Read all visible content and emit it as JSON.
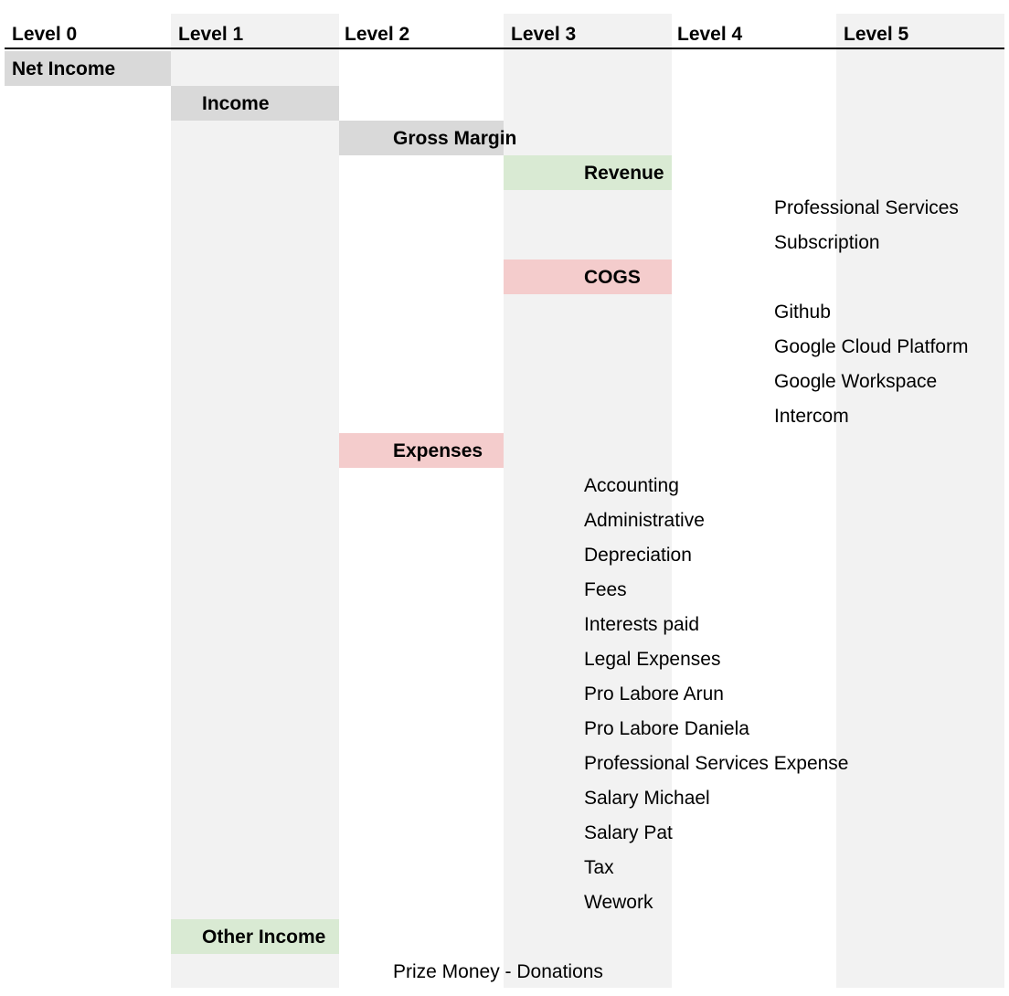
{
  "columns": [
    "Level 0",
    "Level 1",
    "Level 2",
    "Level 3",
    "Level 4",
    "Level 5"
  ],
  "colors": {
    "stripe": "#f2f2f2",
    "gray": "#d9d9d9",
    "green": "#d9ead3",
    "red": "#f4cccc"
  },
  "rows": [
    {
      "label": "Net Income",
      "level": 0,
      "bold": true,
      "bg": "gray",
      "bgcol": 0
    },
    {
      "label": "Income",
      "level": 1,
      "bold": true,
      "bg": "gray",
      "bgcol": 1
    },
    {
      "label": "Gross Margin",
      "level": 2,
      "bold": true,
      "bg": "gray",
      "bgcol": 2
    },
    {
      "label": "Revenue",
      "level": 3,
      "bold": true,
      "bg": "green",
      "bgcol": 3
    },
    {
      "label": "Professional Services",
      "level": 4,
      "bold": false
    },
    {
      "label": "Subscription",
      "level": 4,
      "bold": false
    },
    {
      "label": "COGS",
      "level": 3,
      "bold": true,
      "bg": "red",
      "bgcol": 3
    },
    {
      "label": "Github",
      "level": 4,
      "bold": false
    },
    {
      "label": "Google Cloud Platform",
      "level": 4,
      "bold": false
    },
    {
      "label": "Google Workspace",
      "level": 4,
      "bold": false
    },
    {
      "label": "Intercom",
      "level": 4,
      "bold": false
    },
    {
      "label": "Expenses",
      "level": 2,
      "bold": true,
      "bg": "red",
      "bgcol": 2
    },
    {
      "label": "Accounting",
      "level": 3,
      "bold": false
    },
    {
      "label": "Administrative",
      "level": 3,
      "bold": false
    },
    {
      "label": "Depreciation",
      "level": 3,
      "bold": false
    },
    {
      "label": "Fees",
      "level": 3,
      "bold": false
    },
    {
      "label": "Interests paid",
      "level": 3,
      "bold": false
    },
    {
      "label": "Legal Expenses",
      "level": 3,
      "bold": false
    },
    {
      "label": "Pro Labore Arun",
      "level": 3,
      "bold": false
    },
    {
      "label": "Pro Labore Daniela",
      "level": 3,
      "bold": false
    },
    {
      "label": "Professional Services Expense",
      "level": 3,
      "bold": false
    },
    {
      "label": "Salary Michael",
      "level": 3,
      "bold": false
    },
    {
      "label": "Salary Pat",
      "level": 3,
      "bold": false
    },
    {
      "label": "Tax",
      "level": 3,
      "bold": false
    },
    {
      "label": "Wework",
      "level": 3,
      "bold": false
    },
    {
      "label": "Other Income",
      "level": 1,
      "bold": true,
      "bg": "green",
      "bgcol": 1
    },
    {
      "label": "Prize Money - Donations",
      "level": 2,
      "bold": false
    }
  ]
}
